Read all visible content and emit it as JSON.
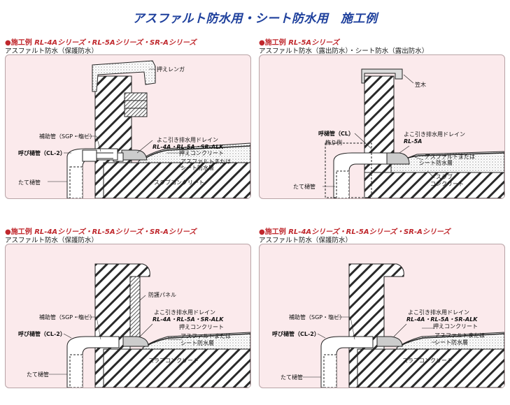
{
  "title": "アスファルト防水用・シート防水用　施工例",
  "panels": [
    {
      "header_prefix": "●施工例",
      "header_series": "RL-4Aシリーズ・RL-5Aシリーズ・SR-Aシリーズ",
      "subtitle": "アスファルト防水（保護防水）",
      "labels": {
        "press_brick": "押えレンガ",
        "aux_pipe": "補助管（SGP・塩ビ）",
        "drain": "よこ引き排水用ドレイン",
        "drain_models": "RL-4A・RL-5A・SR-ALK",
        "call_pipe": "呼び樋管（CL-2）",
        "press_concrete": "押えコンクリート",
        "waterproof_1": "アスファルトまたは",
        "waterproof_2": "シート防水層",
        "slab": "スラブコンクリート",
        "vertical_pipe": "たて樋管"
      }
    },
    {
      "header_prefix": "●施工例",
      "header_series": "RL-5Aシリーズ",
      "subtitle": "アスファルト防水（露出防水）・シート防水（露出防水）",
      "labels": {
        "kasagi": "笠木",
        "call_pipe": "呼樋管（CL）",
        "decor": "飾り例",
        "drain": "よこ引き排水用ドレイン",
        "drain_models": "RL-5A",
        "waterproof_1": "アスファルトまたは",
        "waterproof_2": "シート防水層",
        "slab_1": "スラブ",
        "slab_2": "コンクリート",
        "vertical_pipe": "たて樋管"
      }
    },
    {
      "header_prefix": "●施工例",
      "header_series": "RL-4Aシリーズ・RL-5Aシリーズ・SR-Aシリーズ",
      "subtitle": "アスファルト防水（保護防水）",
      "labels": {
        "protect_panel": "防護パネル",
        "aux_pipe": "補助管（SGP・塩ビ）",
        "drain": "よこ引き排水用ドレイン",
        "drain_models": "RL-4A・RL-5A・SR-ALK",
        "call_pipe": "呼び樋管（CL-2）",
        "press_concrete": "押えコンクリート",
        "waterproof_1": "アスファルトまたは",
        "waterproof_2": "シート防水層",
        "slab": "スラブコンクリート",
        "vertical_pipe": "たて樋管"
      }
    },
    {
      "header_prefix": "●施工例",
      "header_series": "RL-4Aシリーズ・RL-5Aシリーズ・SR-Aシリーズ",
      "subtitle": "アスファルト防水（保護防水）",
      "labels": {
        "aux_pipe": "補助管（SGP・塩ビ）",
        "drain": "よこ引き排水用ドレイン",
        "drain_models": "RL-4A・RL-5A・SR-ALK",
        "call_pipe": "呼び樋管（CL-2）",
        "press_concrete": "押えコンクリート",
        "waterproof_1": "アスファルトまたは",
        "waterproof_2": "シート防水層",
        "slab": "スラブコンクリート",
        "vertical_pipe": "たて樋管"
      }
    }
  ]
}
